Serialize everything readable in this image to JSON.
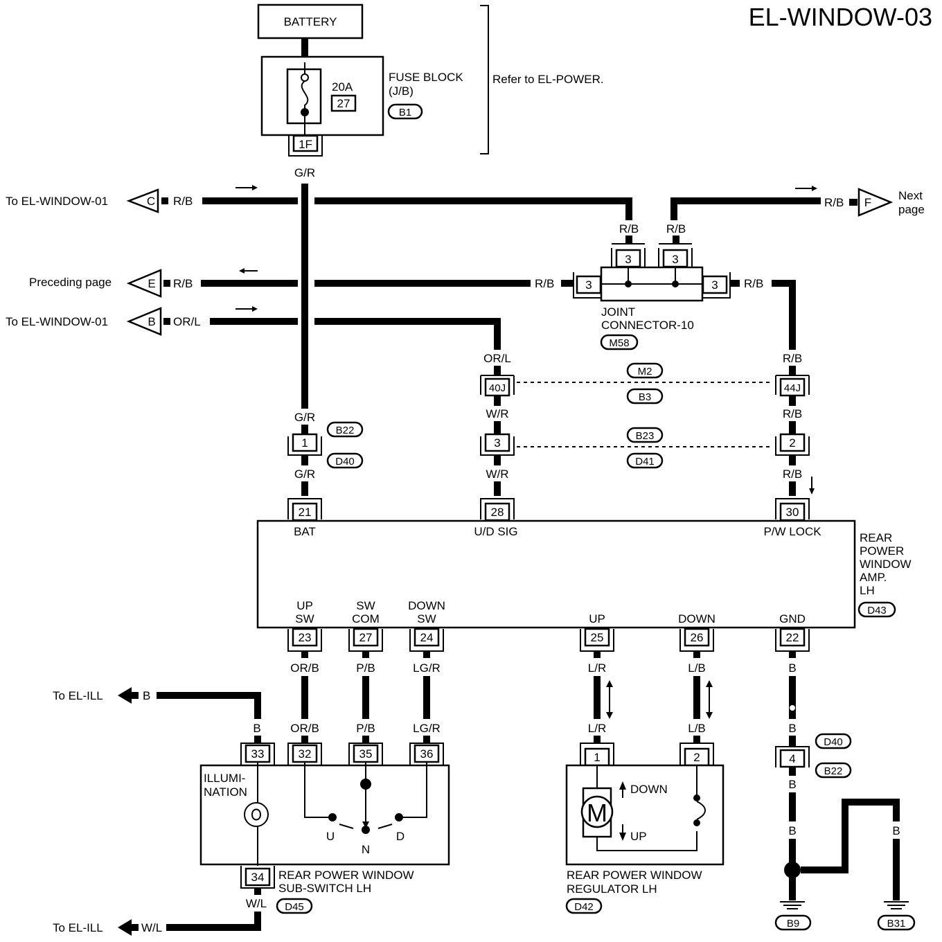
{
  "title": "EL-WINDOW-03",
  "battery": "BATTERY",
  "fuse_block": {
    "label_line1": "FUSE BLOCK",
    "label_line2": "(J/B)",
    "fuse_rating": "20A",
    "fuse_number": "27",
    "connector": "B1",
    "terminal": "1F",
    "refer_note": "Refer to EL-POWER."
  },
  "wires": {
    "g_r": "G/R",
    "r_b": "R/B",
    "or_l": "OR/L",
    "w_r": "W/R",
    "or_b": "OR/B",
    "p_b": "P/B",
    "lg_r": "LG/R",
    "l_r": "L/R",
    "l_b": "L/B",
    "b": "B",
    "w_l": "W/L"
  },
  "off_page": {
    "c_label": "To EL-WINDOW-01",
    "c_letter": "C",
    "e_label": "Preceding page",
    "e_letter": "E",
    "b_label": "To EL-WINDOW-01",
    "b_letter": "B",
    "f_letter": "F",
    "f_label_line1": "Next",
    "f_label_line2": "page",
    "ill_top": "To EL-ILL",
    "ill_bottom": "To EL-ILL"
  },
  "joint_connector": {
    "name_line1": "JOINT",
    "name_line2": "CONNECTOR-10",
    "connector": "M58",
    "pin": "3"
  },
  "connectors": {
    "pin_40j": "40J",
    "pin_44j": "44J",
    "m2": "M2",
    "b3": "B3",
    "b22": "B22",
    "d40": "D40",
    "b23": "B23",
    "d41": "D41",
    "pin_1": "1",
    "pin_3": "3",
    "pin_2": "2",
    "pin_4": "4"
  },
  "amp": {
    "name_lines": [
      "REAR",
      "POWER",
      "WINDOW",
      "AMP.",
      "LH"
    ],
    "connector": "D43",
    "pins_top": [
      {
        "pin": "21",
        "label": "BAT"
      },
      {
        "pin": "28",
        "label": "U/D SIG"
      },
      {
        "pin": "30",
        "label": "P/W LOCK"
      }
    ],
    "pins_bottom": [
      {
        "pin": "23",
        "label1": "UP",
        "label2": "SW"
      },
      {
        "pin": "27",
        "label1": "SW",
        "label2": "COM"
      },
      {
        "pin": "24",
        "label1": "DOWN",
        "label2": "SW"
      },
      {
        "pin": "25",
        "label1": "UP",
        "label2": ""
      },
      {
        "pin": "26",
        "label1": "DOWN",
        "label2": ""
      },
      {
        "pin": "22",
        "label1": "GND",
        "label2": ""
      }
    ]
  },
  "sub_switch": {
    "name_line1": "REAR POWER WINDOW",
    "name_line2": "SUB-SWITCH LH",
    "connector": "D45",
    "illum_line1": "ILLUMI-",
    "illum_line2": "NATION",
    "pins": [
      "33",
      "32",
      "35",
      "36",
      "34"
    ],
    "pos_u": "U",
    "pos_n": "N",
    "pos_d": "D"
  },
  "regulator": {
    "name_line1": "REAR POWER WINDOW",
    "name_line2": "REGULATOR LH",
    "connector": "D42",
    "pins": [
      "1",
      "2"
    ],
    "motor": "M",
    "down": "DOWN",
    "up": "UP"
  },
  "grounds": [
    "B9",
    "B31"
  ]
}
